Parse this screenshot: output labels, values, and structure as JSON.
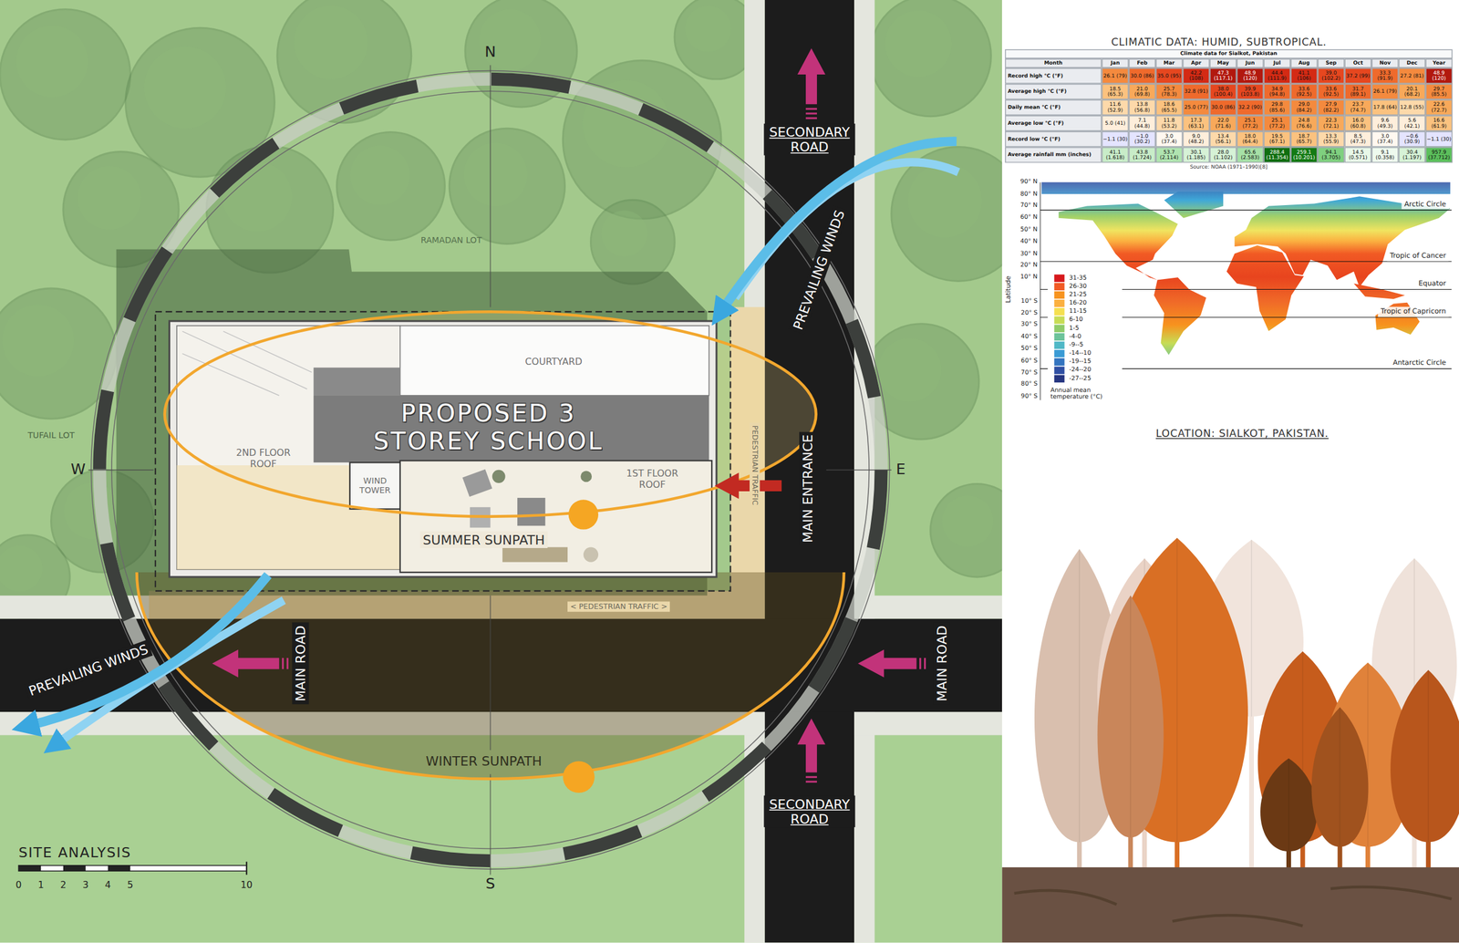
{
  "diagram": {
    "title": "SITE ANALYSIS",
    "nodes": [
      {
        "text": [
          "PROPOSED 3 STOREY SCHOOL"
        ]
      },
      {
        "text": [
          "COURTYARD"
        ],
        "in": 0
      },
      {
        "text": [
          "2ND FLOOR ROOF"
        ],
        "in": 0
      },
      {
        "text": [
          "WIND TOWER"
        ],
        "in": 0
      },
      {
        "text": [
          "1ST FLOOR ROOF"
        ],
        "in": 0
      }
    ],
    "labels": [
      "N",
      "S",
      "W",
      "E",
      "RAMADAN LOT",
      "TUFAIL LOT",
      "SECONDARY ROAD",
      "PREVAILING WINDS",
      "MAIN ENTRANCE",
      "PEDESTRIAN TRAFFIC",
      "< PEDESTRIAN TRAFFIC >",
      "SUMMER SUNPATH",
      "PREVAILING WINDS",
      "MAIN ROAD",
      "MAIN ROAD",
      "WINTER SUNPATH",
      "SECONDARY ROAD",
      "0",
      "1",
      "2",
      "3",
      "4",
      "5",
      "10",
      "CLIMATIC DATA: HUMID, SUBTROPICAL.",
      "Climate data for Sialkot, Pakistan",
      "Month",
      "Jan",
      "Feb",
      "Mar",
      "Apr",
      "May",
      "Jun",
      "Jul",
      "Aug",
      "Sep",
      "Oct",
      "Nov",
      "Dec",
      "Year",
      "Record high °C (°F)",
      "26.1 (79)",
      "30.0 (86)",
      "35.0 (95)",
      "42.2 (108)",
      "47.3 (117.1)",
      "48.9 (120)",
      "44.4 (111.9)",
      "41.1 (106)",
      "39.0 (102.2)",
      "37.2 (99)",
      "33.3 (91.9)",
      "27.2 (81)",
      "48.9 (120)",
      "Average high °C (°F)",
      "18.5 (65.3)",
      "21.0 (69.8)",
      "25.7 (78.3)",
      "32.8 (91)",
      "38.0 (100.4)",
      "39.9 (103.8)",
      "34.9 (94.8)",
      "33.6 (92.5)",
      "33.6 (92.5)",
      "31.7 (89.1)",
      "26.1 (79)",
      "20.1 (68.2)",
      "29.7 (85.5)",
      "Daily mean °C (°F)",
      "11.6 (52.9)",
      "13.8 (56.8)",
      "18.6 (65.5)",
      "25.0 (77)",
      "30.0 (86)",
      "32.2 (90)",
      "29.8 (85.6)",
      "29.0 (84.2)",
      "27.9 (82.2)",
      "23.7 (74.7)",
      "17.8 (64)",
      "12.8 (55)",
      "22.6 (72.7)",
      "Average low °C (°F)",
      "5.0 (41)",
      "7.1 (44.8)",
      "11.8 (53.2)",
      "17.3 (63.1)",
      "22.0 (71.6)",
      "25.1 (77.2)",
      "25.1 (77.2)",
      "24.8 (76.6)",
      "22.3 (72.1)",
      "16.0 (60.8)",
      "9.6 (49.3)",
      "5.6 (42.1)",
      "16.6 (61.9)",
      "Record low °C (°F)",
      "−1.1 (30)",
      "−1.0 (30.2)",
      "3.0 (37.4)",
      "9.0 (48.2)",
      "13.4 (56.1)",
      "18.0 (64.4)",
      "19.5 (67.1)",
      "18.7 (65.7)",
      "13.3 (55.9)",
      "8.5 (47.3)",
      "3.0 (37.4)",
      "−0.6 (30.9)",
      "−1.1 (30)",
      "Average rainfall mm (inches)",
      "41.1 (1.618)",
      "43.8 (1.724)",
      "53.7 (2.114)",
      "30.1 (1.185)",
      "28.0 (1.102)",
      "65.6 (2.583)",
      "288.4 (11.354)",
      "259.1 (10.201)",
      "94.1 (3.705)",
      "14.5 (0.571)",
      "9.1 (0.358)",
      "30.4 (1.197)",
      "957.9 (37.712)",
      "Source: NOAA (1971–1990)[8]",
      "Latitude",
      "90° N",
      "80° N",
      "70° N",
      "60° N",
      "50° N",
      "40° N",
      "30° N",
      "20° N",
      "10° N",
      "10° S",
      "20° S",
      "30° S",
      "40° S",
      "50° S",
      "60° S",
      "70° S",
      "80° S",
      "90° S",
      "Arctic Circle",
      "Tropic of Cancer",
      "Equator",
      "Tropic of Capricorn",
      "Antarctic Circle",
      "Annual mean temperature (°C)",
      "LOCATION: SIALKOT, PAKISTAN."
    ],
    "legend": [
      {
        "text": "31-35",
        "color": "#d7191c"
      },
      {
        "text": "26-30",
        "color": "#f15a24"
      },
      {
        "text": "21-25",
        "color": "#f7931e"
      },
      {
        "text": "16-20",
        "color": "#fbb040"
      },
      {
        "text": "11-15",
        "color": "#f5e050"
      },
      {
        "text": "6-10",
        "color": "#c7dc55"
      },
      {
        "text": "1-5",
        "color": "#8fcc6a"
      },
      {
        "text": "-4-0",
        "color": "#6cc39a"
      },
      {
        "text": "-9--5",
        "color": "#4fb8c6"
      },
      {
        "text": "-14--10",
        "color": "#3a9bd5"
      },
      {
        "text": "-19--15",
        "color": "#3475c0"
      },
      {
        "text": "-24--20",
        "color": "#2f4fa3"
      },
      {
        "text": "-27--25",
        "color": "#253580"
      }
    ]
  }
}
